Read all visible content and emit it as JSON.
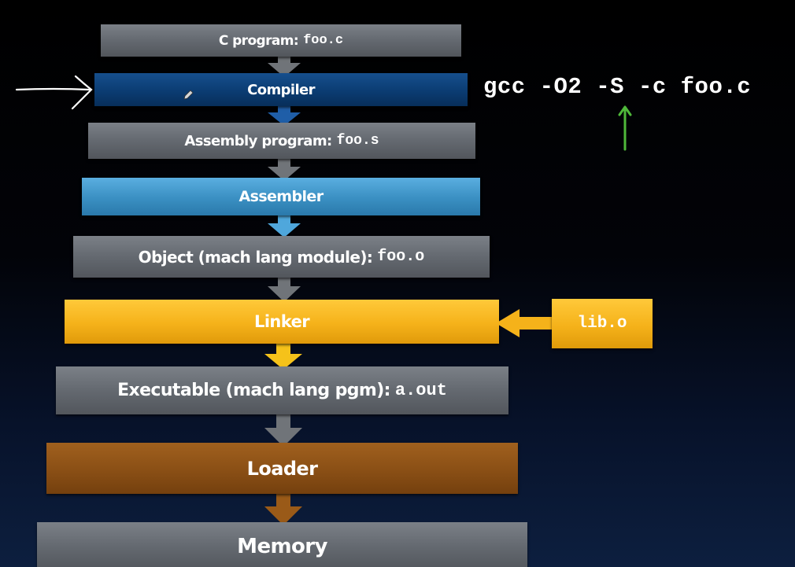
{
  "stages": {
    "c_program": {
      "label": "C program: ",
      "file": "foo.c"
    },
    "compiler": {
      "label": "Compiler"
    },
    "assembly_program": {
      "label": "Assembly program: ",
      "file": "foo.s"
    },
    "assembler": {
      "label": "Assembler"
    },
    "object": {
      "label": "Object (mach lang module): ",
      "file": "foo.o"
    },
    "linker": {
      "label": "Linker"
    },
    "executable": {
      "label": "Executable (mach lang pgm): ",
      "file": "a.out"
    },
    "loader": {
      "label": "Loader"
    },
    "memory": {
      "label": "Memory"
    }
  },
  "library_input": {
    "label": "lib.o"
  },
  "command": {
    "prefix": "gcc -O2 ",
    "flag": "-S",
    "suffix": " -c foo.c"
  },
  "colors": {
    "gray_box": "#646970",
    "compiler": "#0a3d73",
    "assembler": "#3a8fc2",
    "linker": "#f5b21a",
    "loader": "#8a4f15",
    "highlight_arrow": "#4fb83a",
    "pointer_arrow": "#ffffff"
  }
}
